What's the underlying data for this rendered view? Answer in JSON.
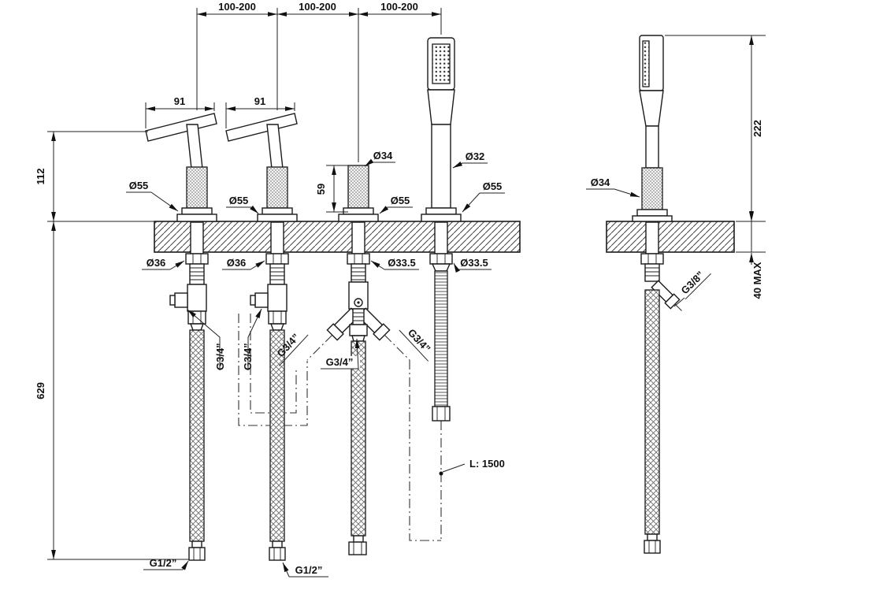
{
  "drawing": {
    "top_spans": [
      "100-200",
      "100-200",
      "100-200"
    ],
    "lever_widths": [
      "91",
      "91"
    ],
    "left_dims": {
      "above_deck": "112",
      "below_deck": "629"
    },
    "front": {
      "d55": [
        "Ø55",
        "Ø55",
        "Ø55",
        "Ø55"
      ],
      "d36": [
        "Ø36",
        "Ø36"
      ],
      "d34": "Ø34",
      "d32": "Ø32",
      "d33_5": [
        "Ø33.5",
        "Ø33.5"
      ],
      "spout_height": "59",
      "g34": [
        "G3/4”",
        "G3/4”",
        "G3/4”",
        "G3/4”",
        "G3/4”"
      ],
      "g12": [
        "G1/2”",
        "G1/2”"
      ],
      "hose_length": "L: 1500"
    },
    "side": {
      "d34": "Ø34",
      "height": "222",
      "max_thickness": "40 MAX",
      "g38": "G3/8”"
    }
  }
}
